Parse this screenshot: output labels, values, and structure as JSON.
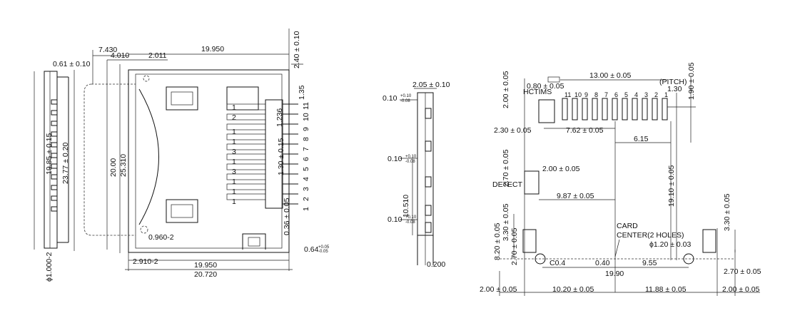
{
  "left_view": {
    "dims": {
      "d_7430": "7.430",
      "d_4010": "4.010",
      "d_2011": "2.011",
      "d_19950_top": "19.950",
      "d_240": "2.40 ± 0.10",
      "d_061": "0.61 ± 0.10",
      "d_135": "1.35",
      "d_1236": "1.236",
      "d_130": "1.30 ± 0.15",
      "d_2000": "20.00",
      "d_25310": "25.310",
      "d_1985": "19.85 ± 0.15",
      "d_2377": "23.77 ± 0.20",
      "d_036": "0.36 ± 0.05",
      "d_0960": "0.960-2",
      "d_064": "0.64",
      "d_064_tol_top": "+0.05",
      "d_064_tol_bot": "-0.05",
      "d_1000": "ϕ1.000-2",
      "d_2910": "2.910-2",
      "d_19950_bot": "19.950",
      "d_20720": "20.720"
    },
    "pin_numbers": [
      "1",
      "2",
      "1",
      "1",
      "3",
      "1",
      "3",
      "1",
      "1",
      "1"
    ],
    "pin_labels": [
      "1",
      "2",
      "3",
      "4",
      "5",
      "6",
      "7",
      "8",
      "9",
      "10",
      "11"
    ]
  },
  "middle_view": {
    "dims": {
      "d_205": "2.05 ± 0.10",
      "d_010_a": "0.10",
      "d_010_a_tol_top": "+0.10",
      "d_010_a_tol_bot": "-0.08",
      "d_010_b": "0.10",
      "d_010_b_tol_top": "+0.10",
      "d_010_b_tol_bot": "-0.08",
      "d_10510": "10.510",
      "d_010_c": "0.10",
      "d_010_c_tol_top": "+0.10",
      "d_010_c_tol_bot": "-0.08",
      "d_0200": "0.200"
    }
  },
  "right_view": {
    "dims": {
      "d_200_v": "2.00 ± 0.05",
      "d_080": "0.80 ± 0.05",
      "d_1300": "13.00 ± 0.05",
      "pitch": "(PITCH)",
      "d_130": "1.30",
      "d_190": "1.90 ± 0.05",
      "hctims": "HCTIMS",
      "d_230": "2.30 ± 0.05",
      "d_762": "7.62 ± 0.05",
      "d_615": "6.15",
      "d_270_v": "2.70 ± 0.05",
      "d_200_h": "2.00 ± 0.05",
      "detect": "DETECT",
      "d_987": "9.87 ± 0.05",
      "d_1910": "19.10 ± 0.05",
      "d_820": "8.20 ± 0.05",
      "d_330_l": "3.30 ± 0.05",
      "d_270_s": "2.70 ± 0.05",
      "card": "CARD",
      "center": "CENTER(2 HOLES)",
      "d_120": "ϕ1.20 ± 0.03",
      "d_330_r": "3.30 ± 0.05",
      "c04": "C0.4",
      "d_040": "0.40",
      "d_955": "9.55",
      "d_1990": "19.90",
      "d_270_r": "2.70 ± 0.05",
      "d_200_bl": "2.00 ± 0.05",
      "d_1020": "10.20 ± 0.05",
      "d_1188": "11.88 ± 0.05",
      "d_200_br": "2.00 ± 0.05"
    },
    "pin_labels": [
      "11",
      "10",
      "9",
      "8",
      "7",
      "6",
      "5",
      "4",
      "3",
      "2",
      "1"
    ]
  }
}
